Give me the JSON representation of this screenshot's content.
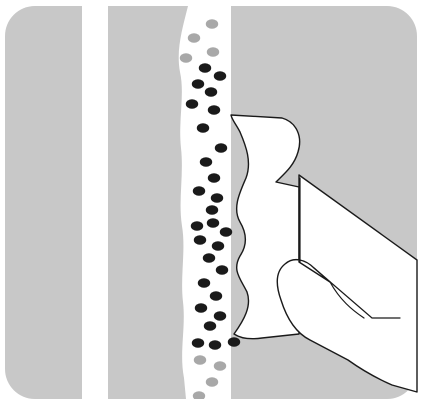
{
  "illustration": {
    "colors": {
      "background": "#ffffff",
      "wall_panel": "#c8c8c8",
      "residue_dark": "#1a1a1a",
      "residue_light": "#a8a8a8",
      "glove": "#ffffff",
      "outline": "#1a1a1a"
    },
    "elements": {
      "left_panel": "wall-panel",
      "center_panel": "wall-panel",
      "right_panel": "wall-panel",
      "gap": "sealant-joint",
      "residue": "residue-dots",
      "wipe": "cleaning-cloth",
      "hand": "gloved-hand"
    }
  }
}
